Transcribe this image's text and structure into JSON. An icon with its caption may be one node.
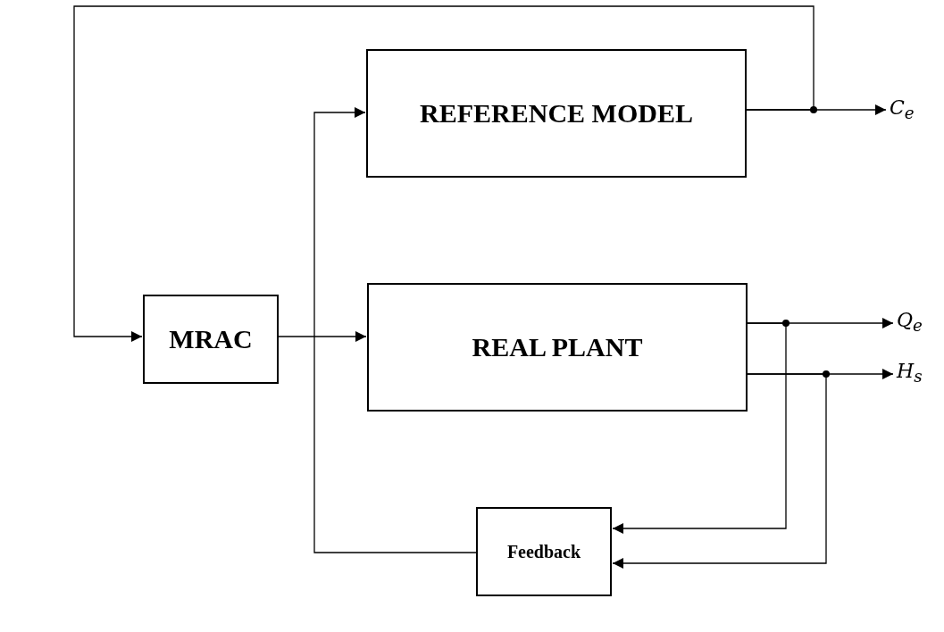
{
  "diagram": {
    "nodes": [
      {
        "text": [
          "REFERENCE MODEL"
        ]
      },
      {
        "text": [
          "MRAC"
        ]
      },
      {
        "text": [
          "REAL PLANT"
        ]
      },
      {
        "text": [
          "Feedback"
        ]
      },
      {
        "text": [
          "C$_{e}$"
        ]
      },
      {
        "text": [
          "Q$_{e}$"
        ]
      },
      {
        "text": [
          "H$_{s}$"
        ]
      }
    ],
    "edges": [
      {
        "from": 0,
        "to": 4,
        "arrow": "to"
      },
      {
        "from": 0,
        "to": 1,
        "arrow": "to"
      },
      {
        "from": 1,
        "to": 2,
        "arrow": "to"
      },
      {
        "from": 3,
        "to": 0,
        "arrow": "to"
      },
      {
        "from": 2,
        "to": 5,
        "arrow": "to"
      },
      {
        "from": 2,
        "to": 6,
        "arrow": "to"
      },
      {
        "from": 2,
        "to": 3,
        "arrow": "to"
      },
      {
        "from": 2,
        "to": 3,
        "arrow": "to"
      }
    ]
  }
}
